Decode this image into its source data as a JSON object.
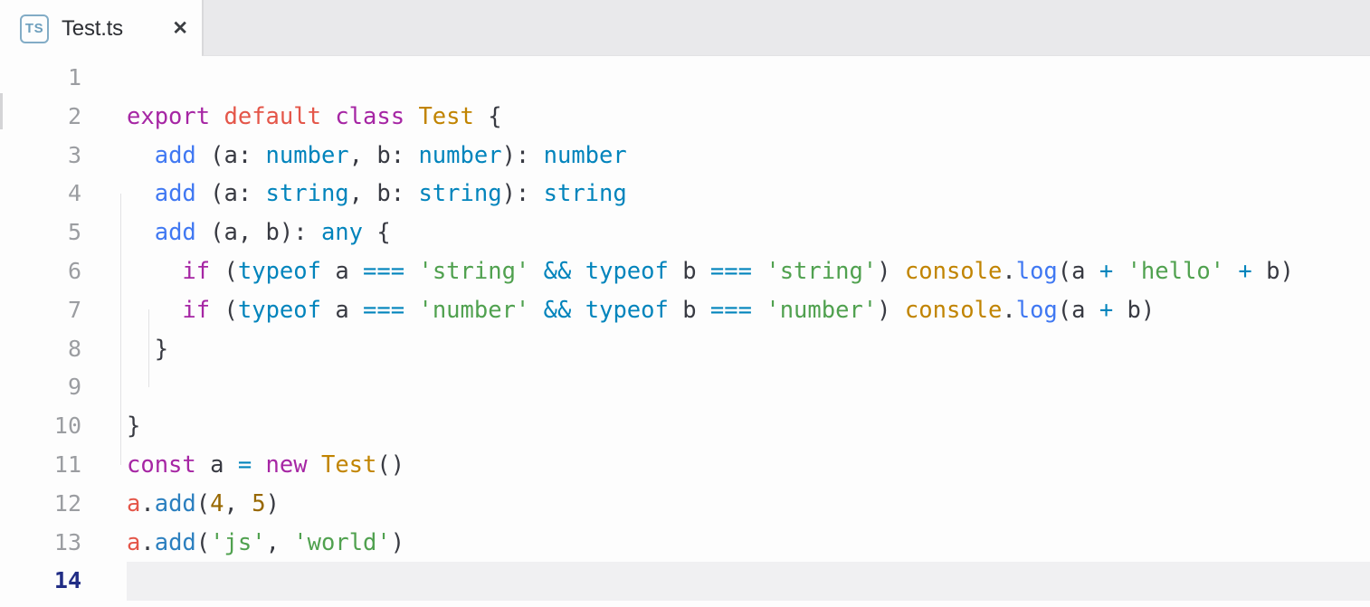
{
  "tab_bar": {
    "active_tab": {
      "file_icon_label": "TS",
      "title": "Test.ts",
      "close_glyph": "✕"
    }
  },
  "editor": {
    "language": "typescript",
    "active_line_number": 14,
    "token_colors": {
      "fg": "#383a42",
      "kw": "#a626a4",
      "def": "#e45649",
      "var": "#e45649",
      "cls": "#c18401",
      "fn": "#4078f2",
      "call": "#2b7fbf",
      "type": "#0184bc",
      "str": "#50a14f",
      "num": "#986801"
    },
    "gutter_colors": {
      "normal": "#9b9da1",
      "active": "#212d85"
    },
    "current_line_highlight": "#f0f0f2",
    "lines": [
      {
        "num": 1,
        "tokens": []
      },
      {
        "num": 2,
        "tokens": [
          [
            "export",
            "kw"
          ],
          [
            " "
          ],
          [
            "default",
            "def"
          ],
          [
            " "
          ],
          [
            "class",
            "kw"
          ],
          [
            " "
          ],
          [
            "Test",
            "cls"
          ],
          [
            " {"
          ]
        ]
      },
      {
        "num": 3,
        "tokens": [
          [
            "  "
          ],
          [
            "add",
            "fn"
          ],
          [
            " (a: "
          ],
          [
            "number",
            "type"
          ],
          [
            ", b: "
          ],
          [
            "number",
            "type"
          ],
          [
            "): "
          ],
          [
            "number",
            "type"
          ]
        ]
      },
      {
        "num": 4,
        "tokens": [
          [
            "  "
          ],
          [
            "add",
            "fn"
          ],
          [
            " (a: "
          ],
          [
            "string",
            "type"
          ],
          [
            ", b: "
          ],
          [
            "string",
            "type"
          ],
          [
            "): "
          ],
          [
            "string",
            "type"
          ]
        ]
      },
      {
        "num": 5,
        "tokens": [
          [
            "  "
          ],
          [
            "add",
            "fn"
          ],
          [
            " (a, b): "
          ],
          [
            "any",
            "type"
          ],
          [
            " {"
          ]
        ]
      },
      {
        "num": 6,
        "tokens": [
          [
            "    "
          ],
          [
            "if",
            "kw"
          ],
          [
            " ("
          ],
          [
            "typeof",
            "type"
          ],
          [
            " a "
          ],
          [
            "===",
            "type"
          ],
          [
            " "
          ],
          [
            "'string'",
            "str"
          ],
          [
            " "
          ],
          [
            "&&",
            "type"
          ],
          [
            " "
          ],
          [
            "typeof",
            "type"
          ],
          [
            " b "
          ],
          [
            "===",
            "type"
          ],
          [
            " "
          ],
          [
            "'string'",
            "str"
          ],
          [
            ") "
          ],
          [
            "console",
            "cls"
          ],
          [
            "."
          ],
          [
            "log",
            "fn"
          ],
          [
            "(a "
          ],
          [
            "+",
            "type"
          ],
          [
            " "
          ],
          [
            "'hello'",
            "str"
          ],
          [
            " "
          ],
          [
            "+",
            "type"
          ],
          [
            " b)"
          ]
        ]
      },
      {
        "num": 7,
        "tokens": [
          [
            "    "
          ],
          [
            "if",
            "kw"
          ],
          [
            " ("
          ],
          [
            "typeof",
            "type"
          ],
          [
            " a "
          ],
          [
            "===",
            "type"
          ],
          [
            " "
          ],
          [
            "'number'",
            "str"
          ],
          [
            " "
          ],
          [
            "&&",
            "type"
          ],
          [
            " "
          ],
          [
            "typeof",
            "type"
          ],
          [
            " b "
          ],
          [
            "===",
            "type"
          ],
          [
            " "
          ],
          [
            "'number'",
            "str"
          ],
          [
            ") "
          ],
          [
            "console",
            "cls"
          ],
          [
            "."
          ],
          [
            "log",
            "fn"
          ],
          [
            "(a "
          ],
          [
            "+",
            "type"
          ],
          [
            " b)"
          ]
        ]
      },
      {
        "num": 8,
        "tokens": [
          [
            "  }"
          ]
        ]
      },
      {
        "num": 9,
        "tokens": []
      },
      {
        "num": 10,
        "tokens": [
          [
            "}"
          ]
        ]
      },
      {
        "num": 11,
        "tokens": [
          [
            "const",
            "kw"
          ],
          [
            " a "
          ],
          [
            "=",
            "type"
          ],
          [
            " "
          ],
          [
            "new",
            "kw"
          ],
          [
            " "
          ],
          [
            "Test",
            "cls"
          ],
          [
            "()"
          ]
        ]
      },
      {
        "num": 12,
        "tokens": [
          [
            "a",
            "var"
          ],
          [
            "."
          ],
          [
            "add",
            "call"
          ],
          [
            "("
          ],
          [
            "4",
            "num"
          ],
          [
            ", "
          ],
          [
            "5",
            "num"
          ],
          [
            ")"
          ]
        ]
      },
      {
        "num": 13,
        "tokens": [
          [
            "a",
            "var"
          ],
          [
            "."
          ],
          [
            "add",
            "call"
          ],
          [
            "("
          ],
          [
            "'js'",
            "str"
          ],
          [
            ", "
          ],
          [
            "'world'",
            "str"
          ],
          [
            ")"
          ]
        ]
      },
      {
        "num": 14,
        "tokens": []
      }
    ]
  }
}
